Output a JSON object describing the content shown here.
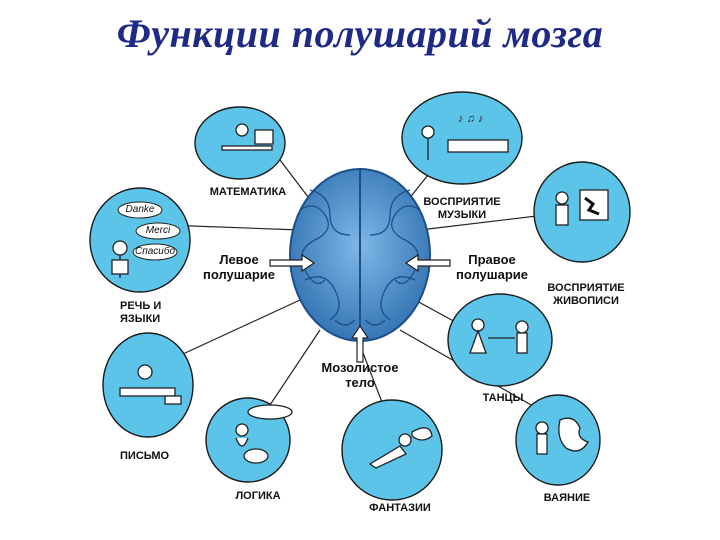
{
  "title": "Функции полушарий мозга",
  "hemispheres": {
    "left": [
      "Левое",
      "полушарие"
    ],
    "right": [
      "Правое",
      "полушарие"
    ],
    "corpus": [
      "Мозолистое",
      "тело"
    ]
  },
  "functions": {
    "math": [
      "МАТЕМАТИКА"
    ],
    "music": [
      "ВОСПРИЯТИЕ",
      "МУЗЫКИ"
    ],
    "speech": [
      "РЕЧЬ И",
      "ЯЗЫКИ"
    ],
    "painting": [
      "ВОСПРИЯТИЕ",
      "ЖИВОПИСИ"
    ],
    "dance": [
      "ТАНЦЫ"
    ],
    "writing": [
      "ПИСЬМО"
    ],
    "logic": [
      "ЛОГИКА"
    ],
    "fantasy": [
      "ФАНТАЗИИ"
    ],
    "sculpture": [
      "ВАЯНИЕ"
    ]
  },
  "speech_bubbles": [
    "Danke",
    "Merci",
    "Спасибо"
  ],
  "colors": {
    "title": "#1f2a86",
    "panel": "#ffffff",
    "bubble": "#5cc4e8",
    "brain": "#4c8fce",
    "brain_dark": "#1d4f8a"
  }
}
